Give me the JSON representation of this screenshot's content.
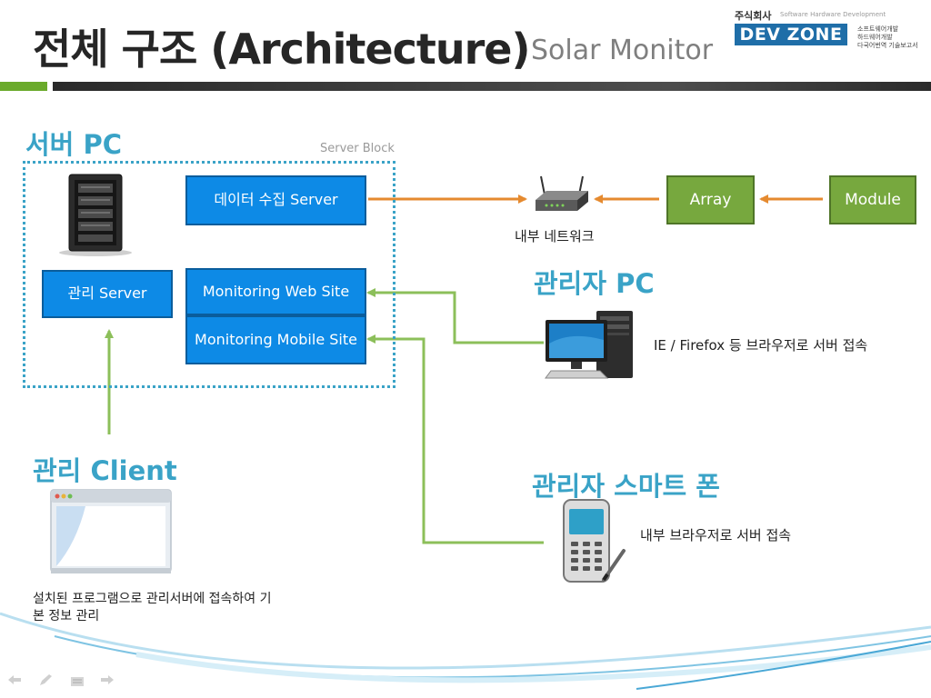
{
  "header": {
    "title_main": "전체 구조 (Architecture)",
    "title_sub": "Solar Monitor",
    "logo": {
      "company": "주식회사",
      "tagline": "Software Hardware Development",
      "name": "DEV ZONE",
      "lines": [
        "소프트웨어개발",
        "하드웨어개발",
        "다국어번역 기술보고서"
      ]
    }
  },
  "server_pc": {
    "title": "서버 PC",
    "block_label": "Server Block",
    "boxes": {
      "collect": "데이터 수집 Server",
      "manage": "관리 Server",
      "web": "Monitoring Web Site",
      "mobile": "Monitoring Mobile Site"
    }
  },
  "network": {
    "router_label": "내부 네트워크",
    "array": "Array",
    "module": "Module"
  },
  "admin_pc": {
    "title": "관리자 PC",
    "note": "IE / Firefox 등 브라우저로 서버 접속"
  },
  "admin_client": {
    "title": "관리 Client",
    "desc": "설치된 프로그램으로 관리서버에 접속하여 기본 정보 관리"
  },
  "smartphone": {
    "title": "관리자 스마트 폰",
    "note": "내부 브라우저로 서버 접속"
  },
  "colors": {
    "accent_blue": "#3aa3c7",
    "box_blue": "#0d8ae6",
    "box_green": "#77a83e",
    "arrow_orange": "#e58a2f",
    "arrow_green": "#8cbf5a"
  },
  "icons": [
    "server-tower-icon",
    "router-icon",
    "desktop-computer-icon",
    "application-window-icon",
    "smartphone-icon"
  ],
  "nav_icons": [
    "prev-arrow-icon",
    "pen-icon",
    "menu-icon",
    "next-arrow-icon"
  ]
}
